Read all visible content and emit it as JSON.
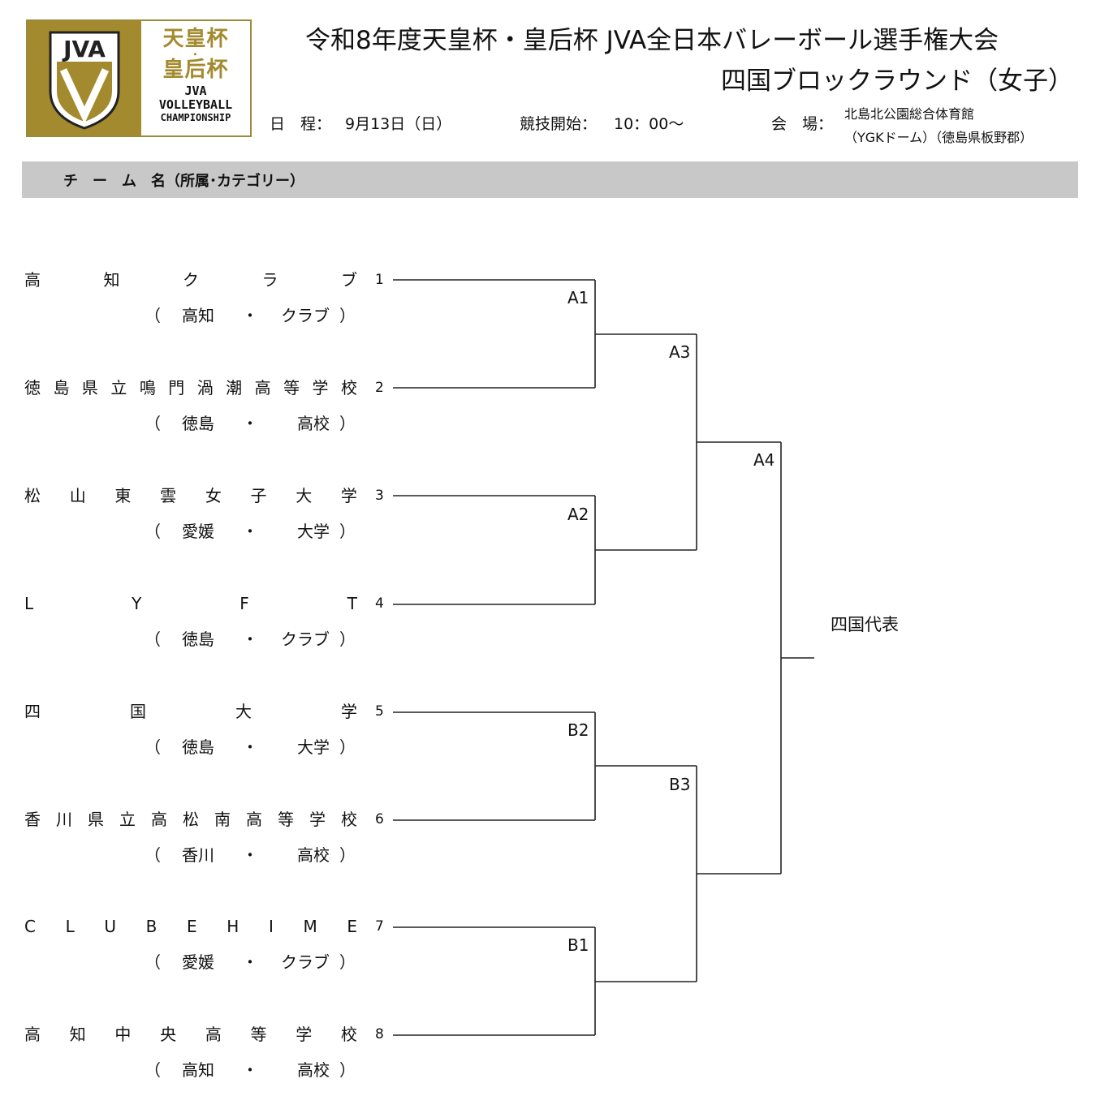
{
  "logo": {
    "mark": "JVA",
    "emperor": "天皇杯",
    "dot": "・",
    "empress": "皇后杯",
    "jva": "JVA",
    "line1": "VOLLEYBALL",
    "line2": "CHAMPIONSHIP",
    "colors": {
      "gold": "#a48a2e",
      "dark": "#222222"
    }
  },
  "header": {
    "title_line1": "令和8年度天皇杯・皇后杯 JVA全日本バレーボール選手権大会",
    "title_line2": "四国ブロックラウンド（女子）",
    "date_label": "日　程：",
    "date_value": "9月13日（日）",
    "start_label": "競技開始：",
    "start_value": "10：00〜",
    "venue_label": "会　場：",
    "venue_line1": "北島北公園総合体育館",
    "venue_line2": "（YGKドーム）（徳島県板野郡）"
  },
  "column_header": "チ　ー　ム　名（所属･カテゴリー）",
  "teams": [
    {
      "seed": "1",
      "name": [
        "高",
        "知",
        "ク",
        "ラ",
        "ブ"
      ],
      "pref": "高知",
      "cat": "クラブ"
    },
    {
      "seed": "2",
      "name": [
        "徳",
        "島",
        "県",
        "立",
        "鳴",
        "門",
        "渦",
        "潮",
        "高",
        "等",
        "学",
        "校"
      ],
      "pref": "徳島",
      "cat": "高校"
    },
    {
      "seed": "3",
      "name": [
        "松",
        "山",
        "東",
        "雲",
        "女",
        "子",
        "大",
        "学"
      ],
      "pref": "愛媛",
      "cat": "大学"
    },
    {
      "seed": "4",
      "name": [
        "L",
        "Y",
        "F",
        "T"
      ],
      "pref": "徳島",
      "cat": "クラブ"
    },
    {
      "seed": "5",
      "name": [
        "四",
        "国",
        "大",
        "学"
      ],
      "pref": "徳島",
      "cat": "大学"
    },
    {
      "seed": "6",
      "name": [
        "香",
        "川",
        "県",
        "立",
        "高",
        "松",
        "南",
        "高",
        "等",
        "学",
        "校"
      ],
      "pref": "香川",
      "cat": "高校"
    },
    {
      "seed": "7",
      "name": [
        "C",
        "L",
        "U",
        "B",
        "E",
        "H",
        "I",
        "M",
        "E"
      ],
      "pref": "愛媛",
      "cat": "クラブ"
    },
    {
      "seed": "8",
      "name": [
        "高",
        "知",
        "中",
        "央",
        "高",
        "等",
        "学",
        "校"
      ],
      "pref": "高知",
      "cat": "高校"
    }
  ],
  "aff_marks": {
    "open": "（",
    "dot": "・",
    "close": "）"
  },
  "matches": {
    "A1": "A1",
    "A2": "A2",
    "A3": "A3",
    "A4": "A4",
    "B1": "B1",
    "B2": "B2",
    "B3": "B3"
  },
  "representative": "四国代表"
}
